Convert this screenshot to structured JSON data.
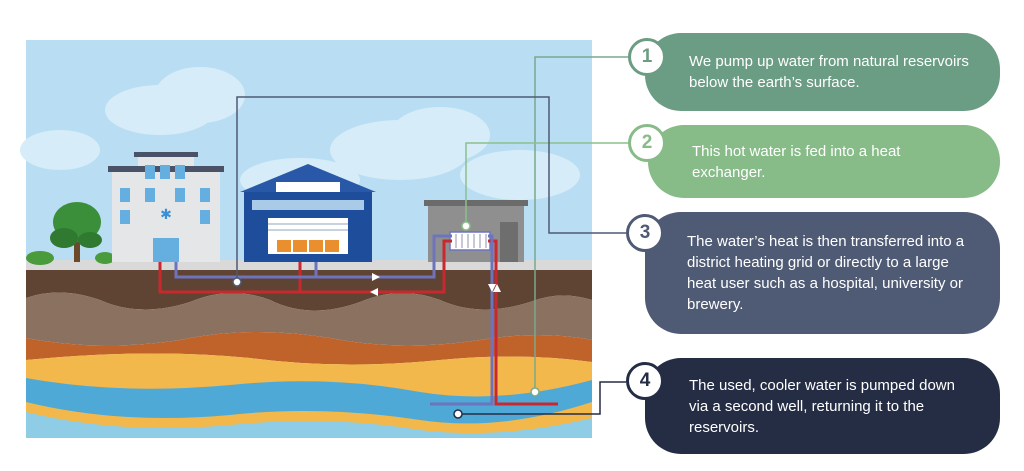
{
  "steps": [
    {
      "number": "1",
      "text": "We pump up water from natural reservoirs below the earth’s surface.",
      "color": "#6b9c84"
    },
    {
      "number": "2",
      "text": "This hot water is fed into a heat exchanger.",
      "color": "#87bb88"
    },
    {
      "number": "3",
      "text": "The water’s heat is then transferred into a district heating grid or directly to a large heat user such as a hospital, university or brewery.",
      "color": "#4f5a74"
    },
    {
      "number": "4",
      "text": "The used, cooler water is pumped down via a second well, returning it to the reservoirs.",
      "color": "#252d45"
    }
  ],
  "colors": {
    "sky": "#b8def3",
    "hot_pipe": "#c8282e",
    "cold_pipe": "#6d74bd",
    "aquifer": "#50a9d6",
    "sand": "#f2b84b"
  }
}
